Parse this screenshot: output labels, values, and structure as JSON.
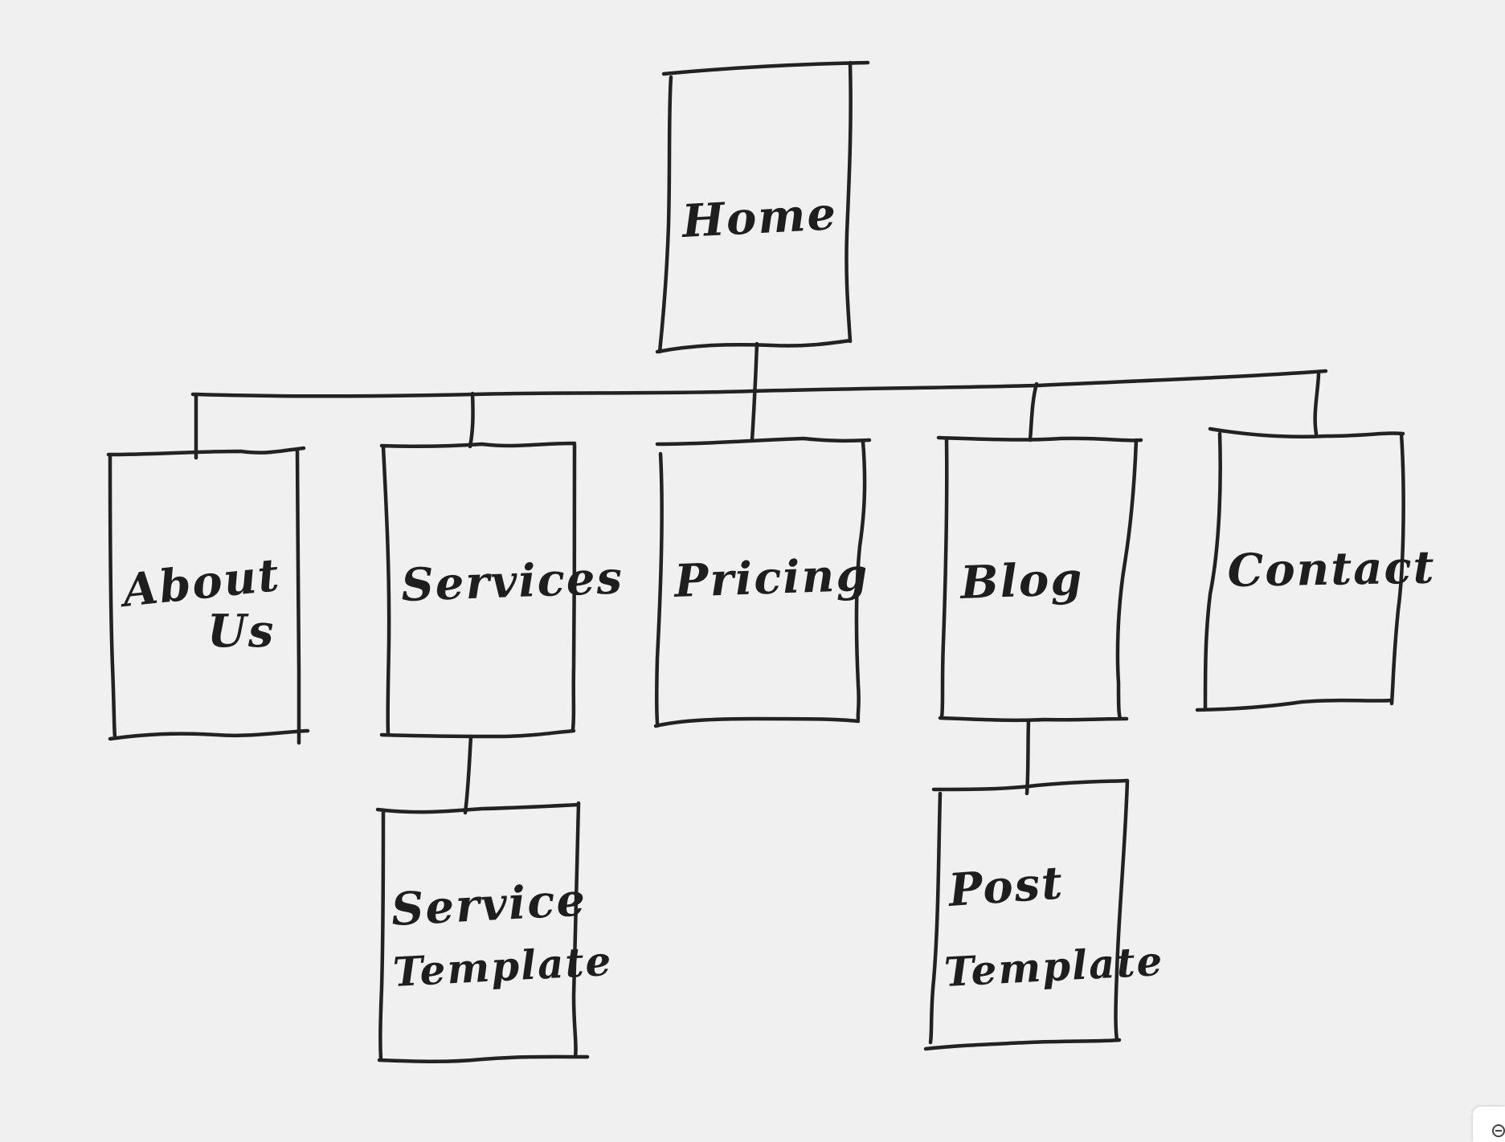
{
  "diagram": {
    "type": "sitemap",
    "nodes": {
      "home": {
        "lines": [
          "Home"
        ]
      },
      "about": {
        "lines": [
          "About",
          "Us"
        ]
      },
      "services": {
        "lines": [
          "Services"
        ]
      },
      "pricing": {
        "lines": [
          "Pricing"
        ]
      },
      "blog": {
        "lines": [
          "Blog"
        ]
      },
      "contact": {
        "lines": [
          "Contact"
        ]
      },
      "service_template": {
        "lines": [
          "Service",
          "Template"
        ]
      },
      "post_template": {
        "lines": [
          "Post",
          "Template"
        ]
      }
    },
    "edges": [
      [
        "home",
        "about"
      ],
      [
        "home",
        "services"
      ],
      [
        "home",
        "pricing"
      ],
      [
        "home",
        "blog"
      ],
      [
        "home",
        "contact"
      ],
      [
        "services",
        "service_template"
      ],
      [
        "blog",
        "post_template"
      ]
    ],
    "stroke_color": "#222222",
    "background_color": "#f0f0f0"
  },
  "corner_widget": {
    "icon": "zoom-out-icon"
  }
}
